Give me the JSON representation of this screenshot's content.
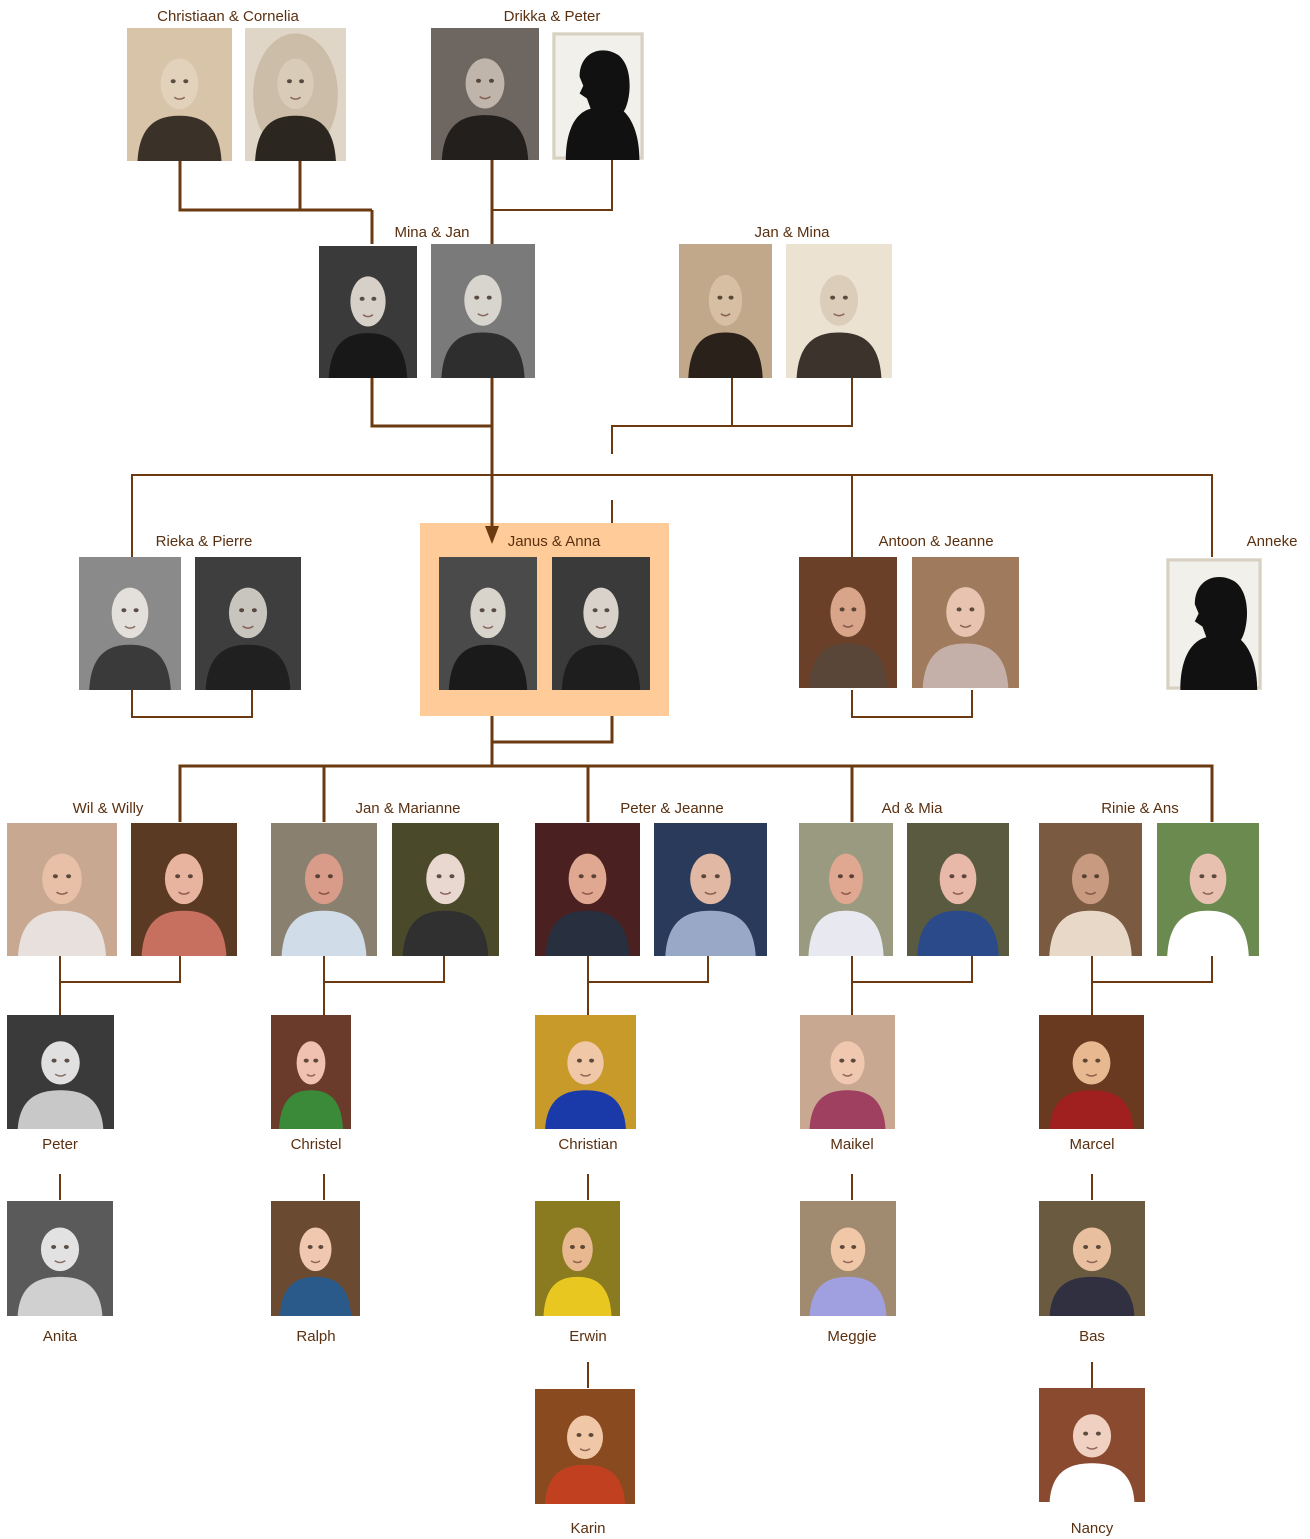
{
  "colors": {
    "line": "#6b3a10",
    "label": "#5a3010",
    "highlight": "#ffcc99"
  },
  "couples": {
    "christiaan_cornelia": "Christiaan & Cornelia",
    "drikka_peter": "Drikka & Peter",
    "mina_jan": "Mina & Jan",
    "jan_mina": "Jan & Mina",
    "rieka_pierre": "Rieka & Pierre",
    "janus_anna": "Janus & Anna",
    "antoon_jeanne": "Antoon & Jeanne",
    "anneke": "Anneke",
    "wil_willy": "Wil & Willy",
    "jan_marianne": "Jan & Marianne",
    "peter_jeanne": "Peter & Jeanne",
    "ad_mia": "Ad & Mia",
    "rinie_ans": "Rinie & Ans"
  },
  "children": {
    "peter": "Peter",
    "anita": "Anita",
    "christel": "Christel",
    "ralph": "Ralph",
    "christian": "Christian",
    "erwin": "Erwin",
    "karin": "Karin",
    "maikel": "Maikel",
    "meggie": "Meggie",
    "marcel": "Marcel",
    "bas": "Bas",
    "nancy": "Nancy"
  }
}
